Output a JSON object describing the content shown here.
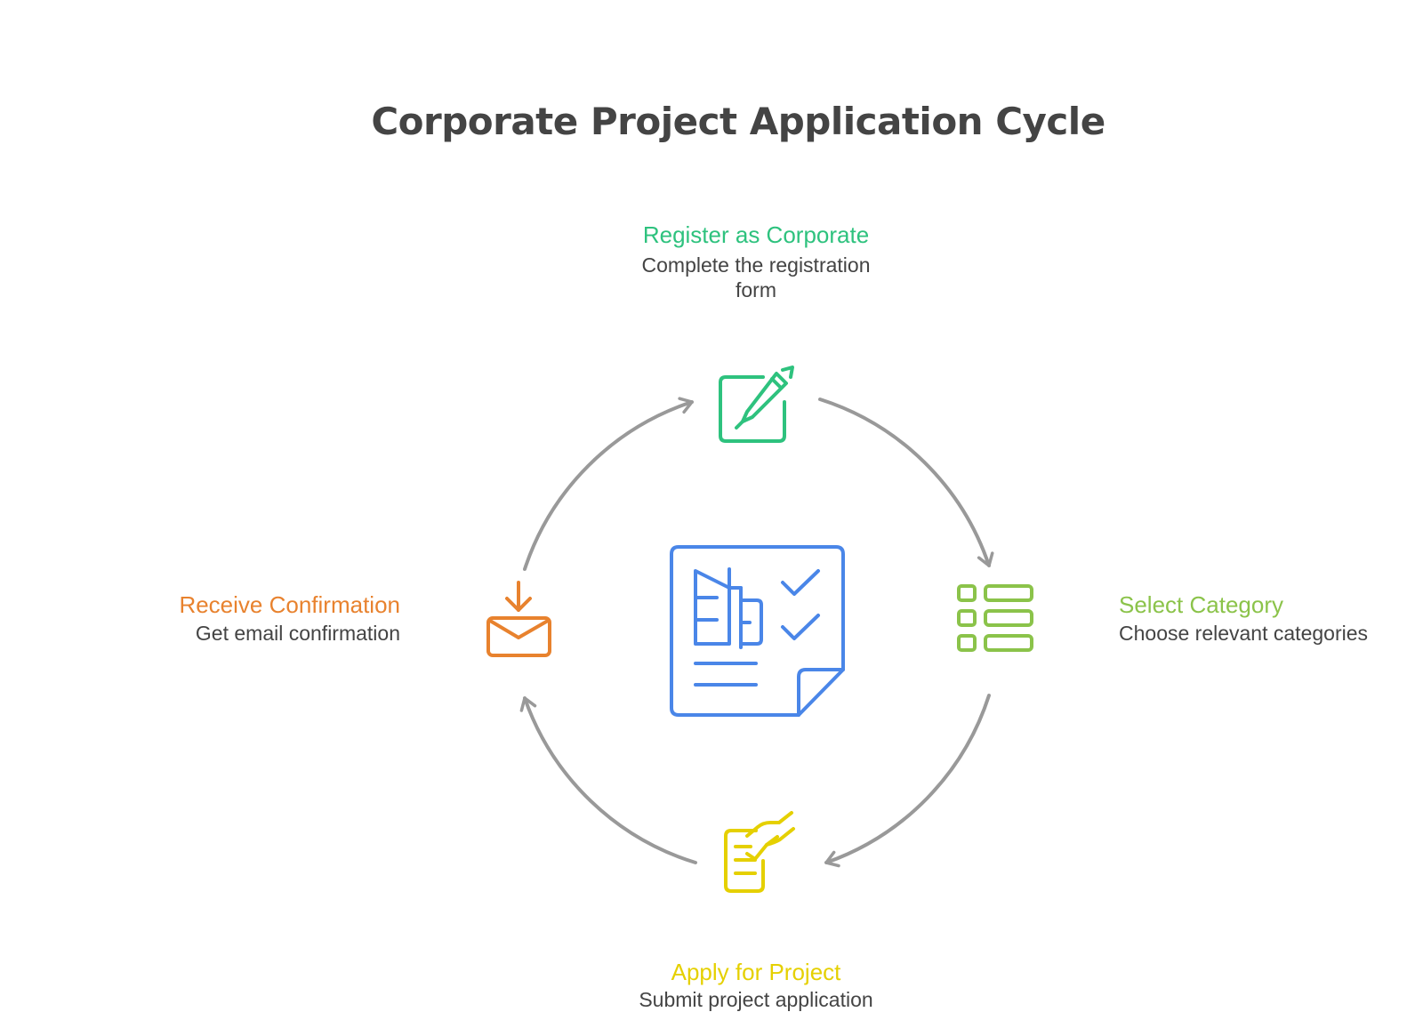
{
  "title": "Corporate Project Application Cycle",
  "colors": {
    "arrow": "#999999",
    "center_icon": "#4a86e8",
    "register": "#2ec27e",
    "select": "#8bc34a",
    "apply": "#e5d000",
    "receive": "#e8822e",
    "desc_text": "#444444"
  },
  "center_icon": "document-checklist-icon",
  "steps": [
    {
      "id": "register",
      "icon": "edit-pencil-icon",
      "title": "Register as Corporate",
      "description": "Complete the registration form"
    },
    {
      "id": "select",
      "icon": "category-list-icon",
      "title": "Select Category",
      "description": "Choose relevant categories"
    },
    {
      "id": "apply",
      "icon": "hand-document-icon",
      "title": "Apply for Project",
      "description": "Submit project application"
    },
    {
      "id": "receive",
      "icon": "mail-download-icon",
      "title": "Receive Confirmation",
      "description": "Get email confirmation"
    }
  ]
}
